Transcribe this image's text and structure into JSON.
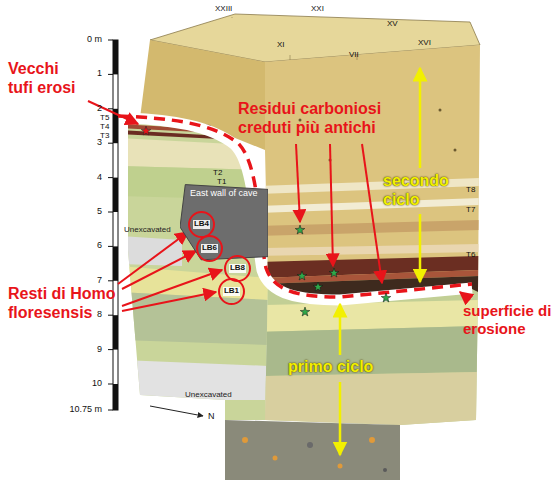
{
  "diagram": {
    "nodes": [
      {
        "text": [
          "East wall of cave"
        ]
      },
      {
        "text": [
          "LB4"
        ],
        "in": 0
      },
      {
        "text": [
          "LB6"
        ],
        "in": 0
      },
      {
        "text": [
          "LB8"
        ]
      },
      {
        "text": [
          "LB1"
        ]
      }
    ],
    "labels": [
      "Vecchi tufi erosi",
      "Residui carboniosi creduti più antichi",
      "Resti di Homo floresensis",
      "superficie di erosione",
      "secondo ciclo",
      "primo ciclo",
      "0 m",
      "1",
      "2",
      "3",
      "4",
      "5",
      "6",
      "7",
      "8",
      "9",
      "10",
      "10.75 m",
      "XXIII",
      "XXI",
      "XI",
      "XV",
      "VII",
      "XVI",
      "T5",
      "T4",
      "T3",
      "T2",
      "T1",
      "T8",
      "T7",
      "T6",
      "Unexcavated",
      "Unexcavated",
      "N"
    ]
  }
}
